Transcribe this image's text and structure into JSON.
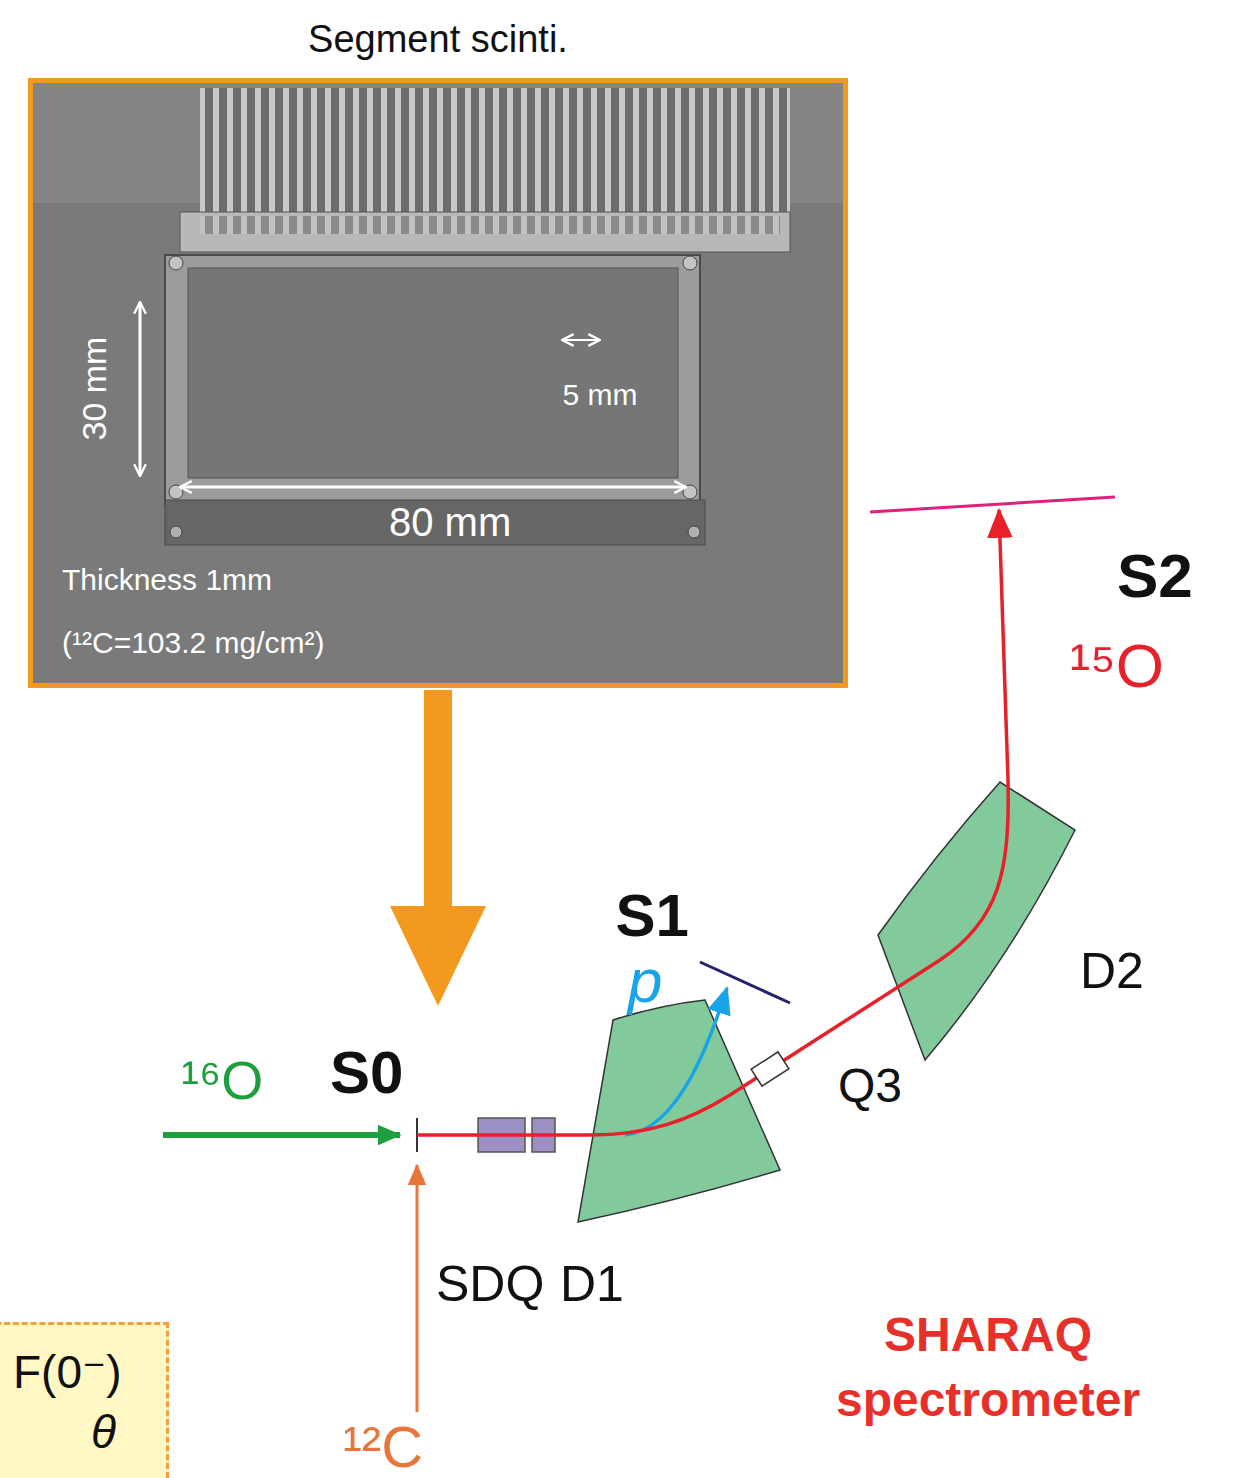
{
  "diagram": {
    "nodes": [
      {
        "text": [
          "Segment scinti."
        ]
      },
      {
        "text": [
          "S0"
        ]
      },
      {
        "text": [
          "F(0⁻)",
          "θ"
        ]
      }
    ],
    "edges": [
      {
        "from": 0,
        "to": 1,
        "arrow": "to"
      }
    ],
    "labels": [
      "30 mm",
      "5 mm",
      "80 mm",
      "Thickness 1mm",
      "(¹²C=103.2 mg/cm²)",
      "¹⁶O",
      "SDQ",
      "D1",
      "p",
      "S1",
      "Q3",
      "D2",
      "S2",
      "¹⁵O",
      "¹²C",
      "SHARAQ spectrometer"
    ]
  }
}
